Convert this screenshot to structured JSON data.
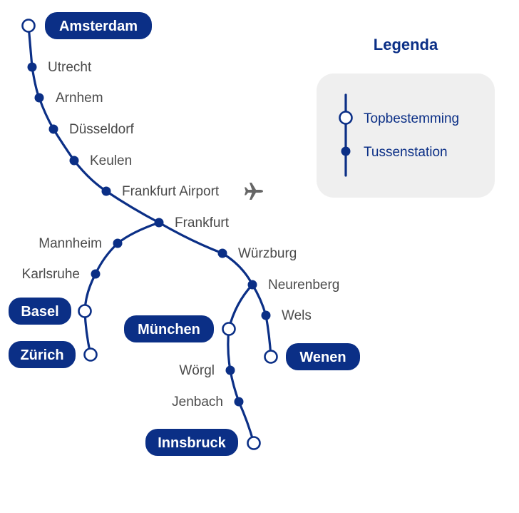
{
  "colors": {
    "primary": "#0b2f86",
    "label_text": "#4a4a4a",
    "legend_bg": "#efefef",
    "airport_icon": "#666666"
  },
  "map": {
    "terminals": {
      "amsterdam": "Amsterdam",
      "basel": "Basel",
      "zurich": "Zürich",
      "munchen": "München",
      "innsbruck": "Innsbruck",
      "wenen": "Wenen"
    },
    "stations": {
      "utrecht": "Utrecht",
      "arnhem": "Arnhem",
      "dusseldorf": "Düsseldorf",
      "keulen": "Keulen",
      "frankfurt_airport": "Frankfurt Airport",
      "frankfurt": "Frankfurt",
      "mannheim": "Mannheim",
      "karlsruhe": "Karlsruhe",
      "wurzburg": "Würzburg",
      "neurenberg": "Neurenberg",
      "wels": "Wels",
      "worgl": "Wörgl",
      "jenbach": "Jenbach"
    },
    "airport_icon": "airplane-icon"
  },
  "legend": {
    "title": "Legenda",
    "items": [
      {
        "label": "Topbestemming",
        "icon": "hollow-circle"
      },
      {
        "label": "Tussenstation",
        "icon": "filled-dot"
      }
    ]
  }
}
